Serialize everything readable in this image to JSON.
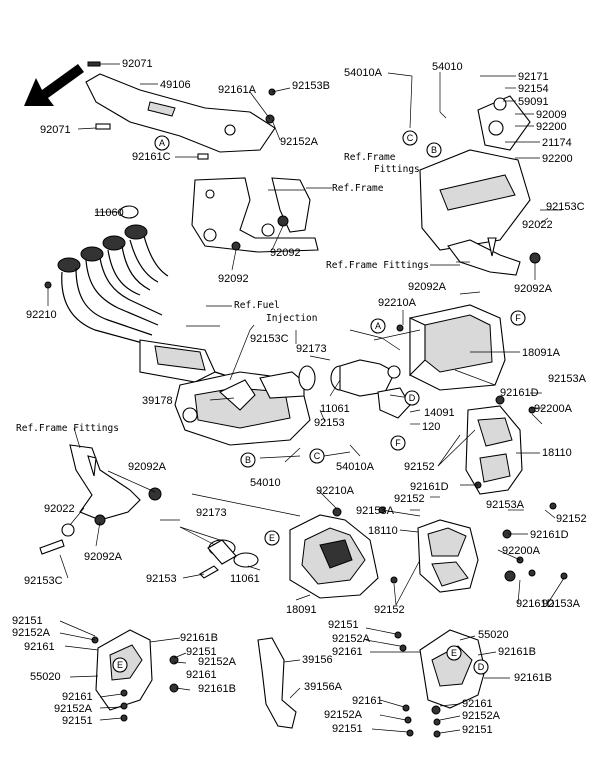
{
  "parts": {
    "p92071_top": "92071",
    "p49106": "49106",
    "p92071_left": "92071",
    "p92161A_top": "92161A",
    "p92153B": "92153B",
    "p92152A_top": "92152A",
    "p92161C": "92161C",
    "p54010A_top": "54010A",
    "p54010_top": "54010",
    "p92171": "92171",
    "p92154": "92154",
    "p59091": "59091",
    "p92009": "92009",
    "p92200_a": "92200",
    "p21174": "21174",
    "p92200_b": "92200",
    "p11060": "11060",
    "p92092_mid": "92092",
    "p92092_low": "92092",
    "p92153C_r": "92153C",
    "p92022_r": "92022",
    "p92210": "92210",
    "p92092A_r": "92092A",
    "p92210A_r": "92210A",
    "p18091A": "18091A",
    "p92153C_c": "92153C",
    "p92173_top": "92173",
    "p39178": "39178",
    "p11061_top": "11061",
    "p92153_c": "92153",
    "p14091": "14091",
    "p120": "120",
    "p92161D_r": "92161D",
    "p92153A_r": "92153A",
    "p92200A_r": "92200A",
    "p92152_r": "92152",
    "p18110_r": "18110",
    "p92092A_left": "92092A",
    "p92022_left": "92022",
    "p92092A_left2": "92092A",
    "p92153C_left": "92153C",
    "p54010_mid": "54010",
    "p54010A_mid": "54010A",
    "p92210A_mid": "92210A",
    "p92161D_mid": "92161D",
    "p92152_mid": "92152",
    "p92153A_mid": "92153A",
    "p92153A_r2": "92153A",
    "p92152_r2": "92152",
    "p92161D_r2": "92161D",
    "p18110_mid": "18110",
    "p92200A_mid": "92200A",
    "p92161D_low": "92161D",
    "p92153A_low": "92153A",
    "p92173_low": "92173",
    "p92153_low": "92153",
    "p11061_low": "11061",
    "p18091": "18091",
    "p92152_low": "92152",
    "p92151_l1": "92151",
    "p92152A_l1": "92152A",
    "p92161_l1": "92161",
    "p55020_l": "55020",
    "p92161_l2": "92161",
    "p92152A_l2": "92152A",
    "p92151_l2": "92151",
    "p92161B_l1": "92161B",
    "p92151_l3": "92151",
    "p92152A_l3": "92152A",
    "p92161_l3": "92161",
    "p92161B_l2": "92161B",
    "p92151_c1": "92151",
    "p92152A_c1": "92152A",
    "p92161_c1": "92161",
    "p39156": "39156",
    "p39156A": "39156A",
    "p92161_c2": "92161",
    "p92152A_c2": "92152A",
    "p92151_c2": "92151",
    "p55020_r": "55020",
    "p92161B_r1": "92161B",
    "p92161B_r2": "92161B",
    "p92161_r1": "92161",
    "p92152A_r1": "92152A",
    "p92151_r1": "92151"
  },
  "refs": {
    "ref_frame_fittings_top": "Ref.Frame",
    "ref_frame_fittings_top2": "Fittings",
    "ref_frame": "Ref.Frame",
    "ref_frame_fittings_mid": "Ref.Frame Fittings",
    "ref_fuel": "Ref.Fuel",
    "ref_injection": "Injection",
    "ref_frame_fittings_left": "Ref.Frame Fittings"
  },
  "callouts": {
    "A": "A",
    "B": "B",
    "C": "C",
    "D": "D",
    "E": "E",
    "F": "F"
  }
}
